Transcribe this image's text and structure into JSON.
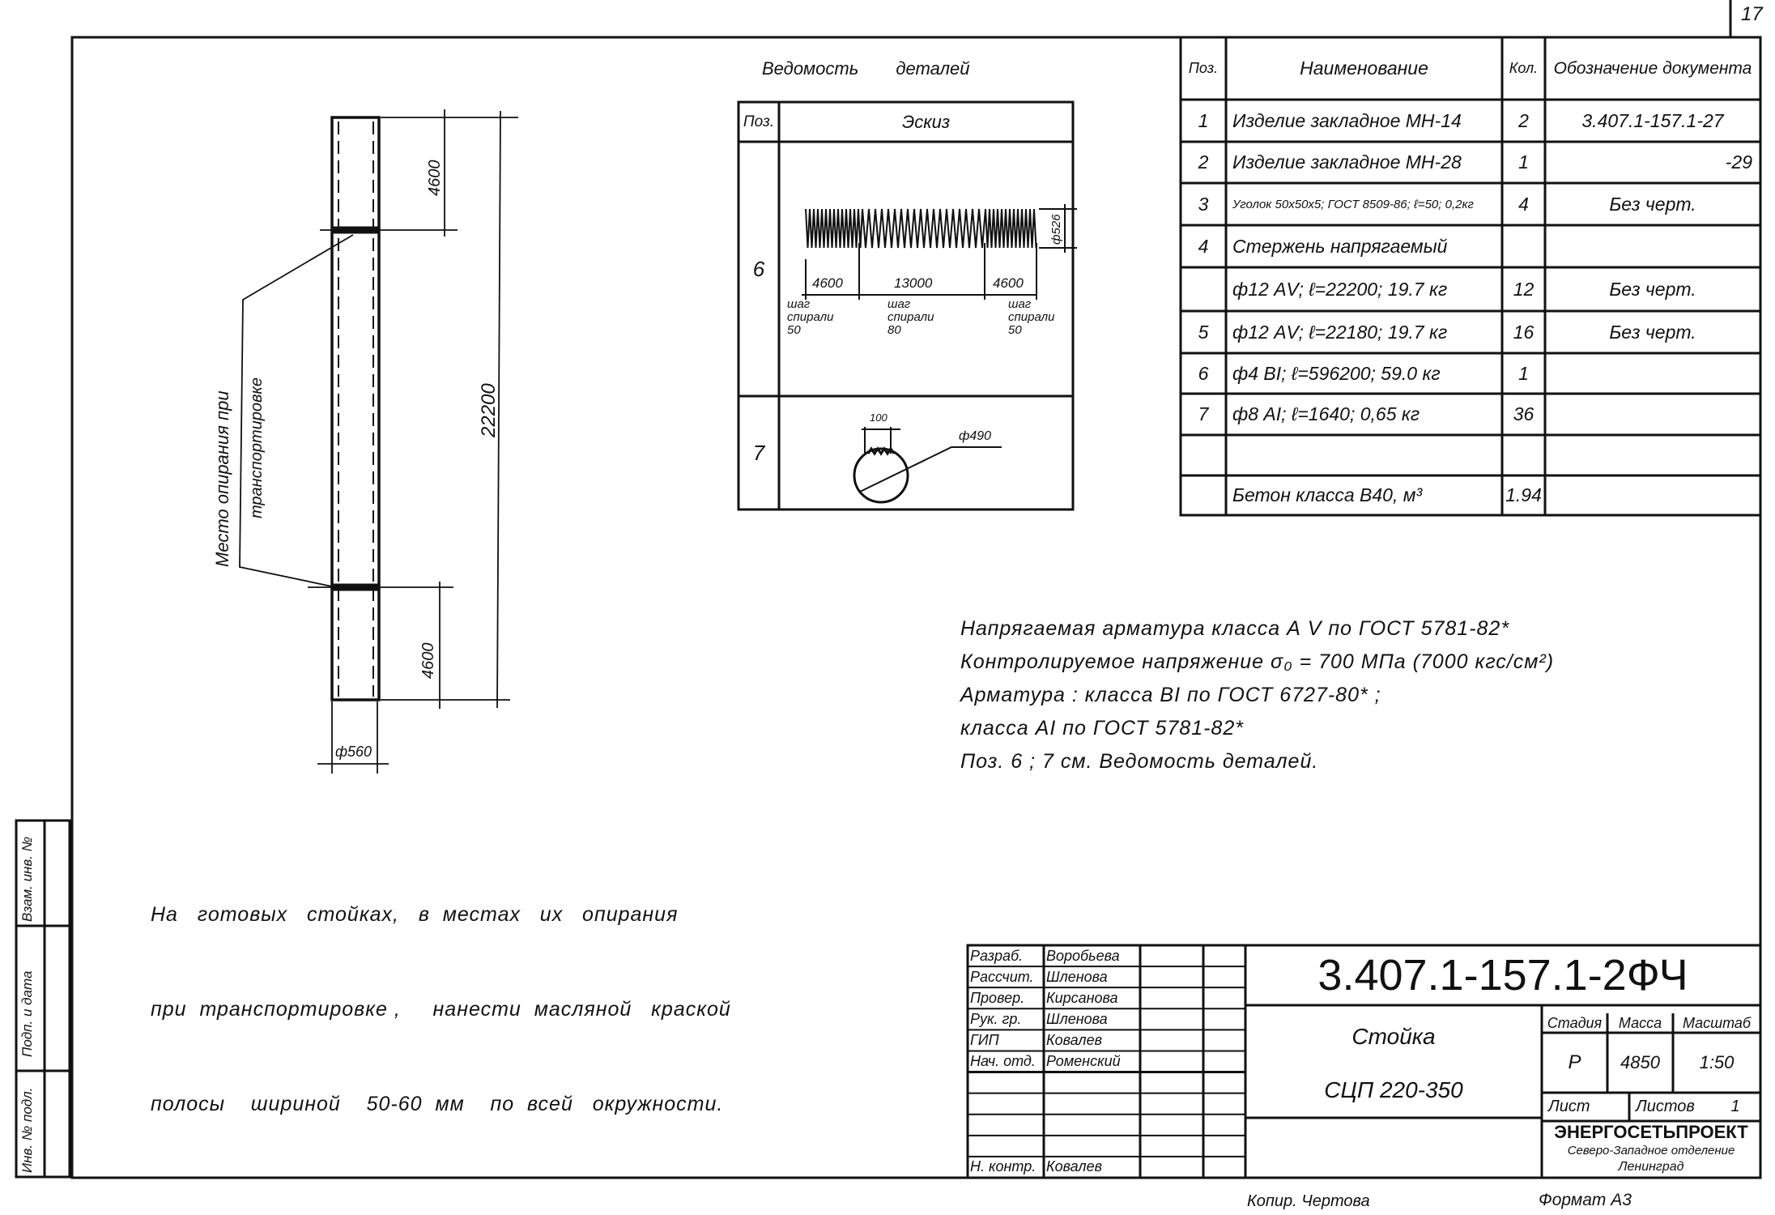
{
  "sheet_number": "17",
  "margin_stamp": [
    "Взам. инв. №",
    "Подп. и дата",
    "Инв. № подл."
  ],
  "column_drawing": {
    "dim_top": "4600",
    "dim_bottom": "4600",
    "dim_total": "22200",
    "dim_diameter": "ф560",
    "leader_line1": "Место опирания при",
    "leader_line2": "транспортировке"
  },
  "details": {
    "title": "Ведомость деталей",
    "headers": [
      "Поз.",
      "Эскиз"
    ],
    "rows": [
      {
        "pos": "6",
        "dims": [
          "4600",
          "13000",
          "4600"
        ],
        "diameter": "ф526",
        "notes": [
          [
            "шаг",
            "спирали",
            "50"
          ],
          [
            "шаг",
            "спирали",
            "80"
          ],
          [
            "шаг",
            "спирали",
            "50"
          ]
        ]
      },
      {
        "pos": "7",
        "width": "100",
        "diameter": "ф490"
      }
    ]
  },
  "spec_table": {
    "headers": [
      "Поз.",
      "Наименование",
      "Кол.",
      "Обозначение документа"
    ],
    "rows": [
      [
        "1",
        "Изделие закладное МН-14",
        "2",
        "3.407.1-157.1-27"
      ],
      [
        "2",
        "Изделие закладное МН-28",
        "1",
        "-29"
      ],
      [
        "3",
        "Уголок 50х50х5; ГОСТ 8509-86; ℓ=50; 0,2кг",
        "4",
        "Без черт."
      ],
      [
        "4",
        "Стержень напрягаемый",
        "",
        ""
      ],
      [
        "",
        "ф12 АV; ℓ=22200; 19.7 кг",
        "12",
        "Без черт."
      ],
      [
        "5",
        "ф12 АV; ℓ=22180; 19.7 кг",
        "16",
        "Без черт."
      ],
      [
        "6",
        "ф4 ВI; ℓ=596200; 59.0 кг",
        "1",
        ""
      ],
      [
        "7",
        "ф8 АI; ℓ=1640; 0,65 кг",
        "36",
        ""
      ],
      [
        "",
        "",
        "",
        ""
      ],
      [
        "",
        "Бетон класса В40, м³",
        "1.94",
        ""
      ]
    ]
  },
  "notes_right": [
    "Напрягаемая   арматура   класса   А V  по ГОСТ 5781-82*",
    "Контролируемое   напряжение   σ₀ =  700 МПа  (7000 кгс/см²)",
    "Арматура :   класса   ВI  по  ГОСТ  6727-80* ;",
    "класса   АI   по  ГОСТ  5781-82*",
    "Поз.  6 ; 7  см. Ведомость   деталей."
  ],
  "notes_left": [
    "На   готовых   стойках,   в  местах   их   опирания",
    "при  транспортировке ,     нанести  масляной   краской",
    "полосы    шириной    50-60  мм    по  всей   окружности."
  ],
  "title_block": {
    "signatures": [
      [
        "Разраб.",
        "Воробьева"
      ],
      [
        "Рассчит.",
        "Шленова"
      ],
      [
        "Провер.",
        "Кирсанова"
      ],
      [
        "Рук. гр.",
        "Шленова"
      ],
      [
        "ГИП",
        "Ковалев"
      ],
      [
        "Нач. отд.",
        "Роменский"
      ],
      [
        "",
        ""
      ],
      [
        "",
        ""
      ],
      [
        "",
        ""
      ],
      [
        "",
        ""
      ],
      [
        "Н. контр.",
        "Ковалев"
      ]
    ],
    "designation": "3.407.1-157.1-2ФЧ",
    "name_line1": "Стойка",
    "name_line2": "СЦП 220-350",
    "stage_label": "Стадия",
    "mass_label": "Масса",
    "scale_label": "Масштаб",
    "stage": "Р",
    "mass": "4850",
    "scale": "1:50",
    "sheet_label": "Лист",
    "sheets_label": "Листов",
    "sheets": "1",
    "org_name": "ЭНЕРГОСЕТЬПРОЕКТ",
    "org_branch": "Северо-Западное отделение",
    "org_city": "Ленинград"
  },
  "footer": {
    "copied_by": "Копир. Чертова",
    "format": "Формат А3"
  },
  "colors": {
    "ink": "#111111",
    "paper": "#ffffff"
  }
}
